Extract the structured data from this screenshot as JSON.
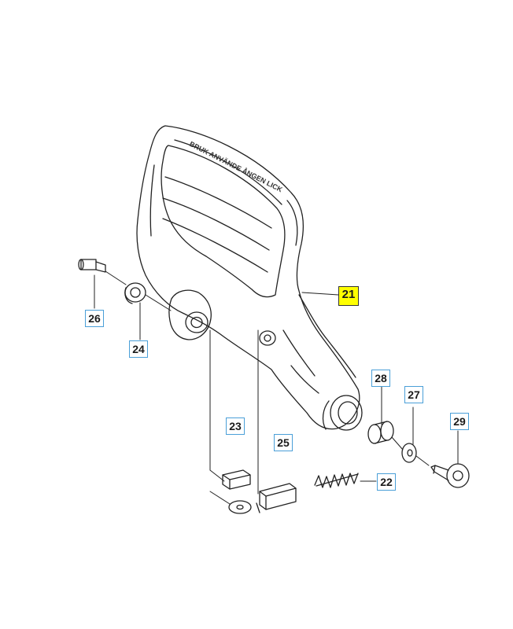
{
  "callouts": {
    "part_21": "21",
    "part_22": "22",
    "part_23": "23",
    "part_24": "24",
    "part_25": "25",
    "part_26": "26",
    "part_27": "27",
    "part_28": "28",
    "part_29": "29"
  },
  "handle_text": "BRUK ANVÄNDE ÅNGEN LICK",
  "colors": {
    "callout_border": "#4a9fd8",
    "highlight": "#ffff00",
    "line": "#222222"
  }
}
